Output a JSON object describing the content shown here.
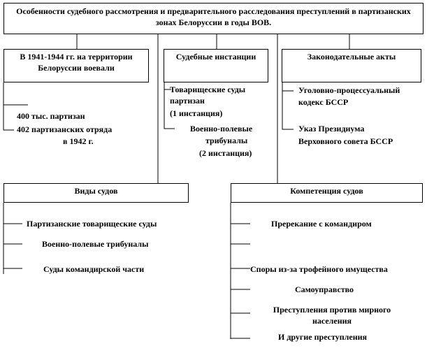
{
  "title": "Особенности судебного рассмотрения и предварительного расследования преступлений в партизанских зонах Белоруссии в годы ВОВ.",
  "box_partisans": {
    "heading": "В 1941-1944 гг. на территории Белоруссии воевали",
    "item1": "400 тыс. партизан",
    "item2_line1": "402 партизанских отряда",
    "item2_line2": "в 1942 г."
  },
  "box_instances": {
    "heading": "Судебные инстанции",
    "item1_line1": "Товарищеские суды",
    "item1_line2": "партизан",
    "item1_line3": "(1 инстанция)",
    "item2_line1": "Военно-полевые",
    "item2_line2": "трибуналы",
    "item2_line3": "(2 инстанция)"
  },
  "box_acts": {
    "heading": "Законодательные акты",
    "item1_line1": "Уголовно-процессуальный",
    "item1_line2": "кодекс БССР",
    "item2_line1": "Указ Президиума",
    "item2_line2": "Верховного совета БССР"
  },
  "box_court_types": {
    "heading": "Виды судов",
    "item1": "Партизанские товарищеские суды",
    "item2": "Военно-полевые  трибуналы",
    "item3": "Суды командирской части"
  },
  "box_competence": {
    "heading": "Компетенция судов",
    "item1": "Пререкание с командиром",
    "item2": "Споры из-за трофейного имущества",
    "item3": "Самоуправство",
    "item4": "Преступления против мирного населения",
    "item5": "И другие преступления"
  }
}
